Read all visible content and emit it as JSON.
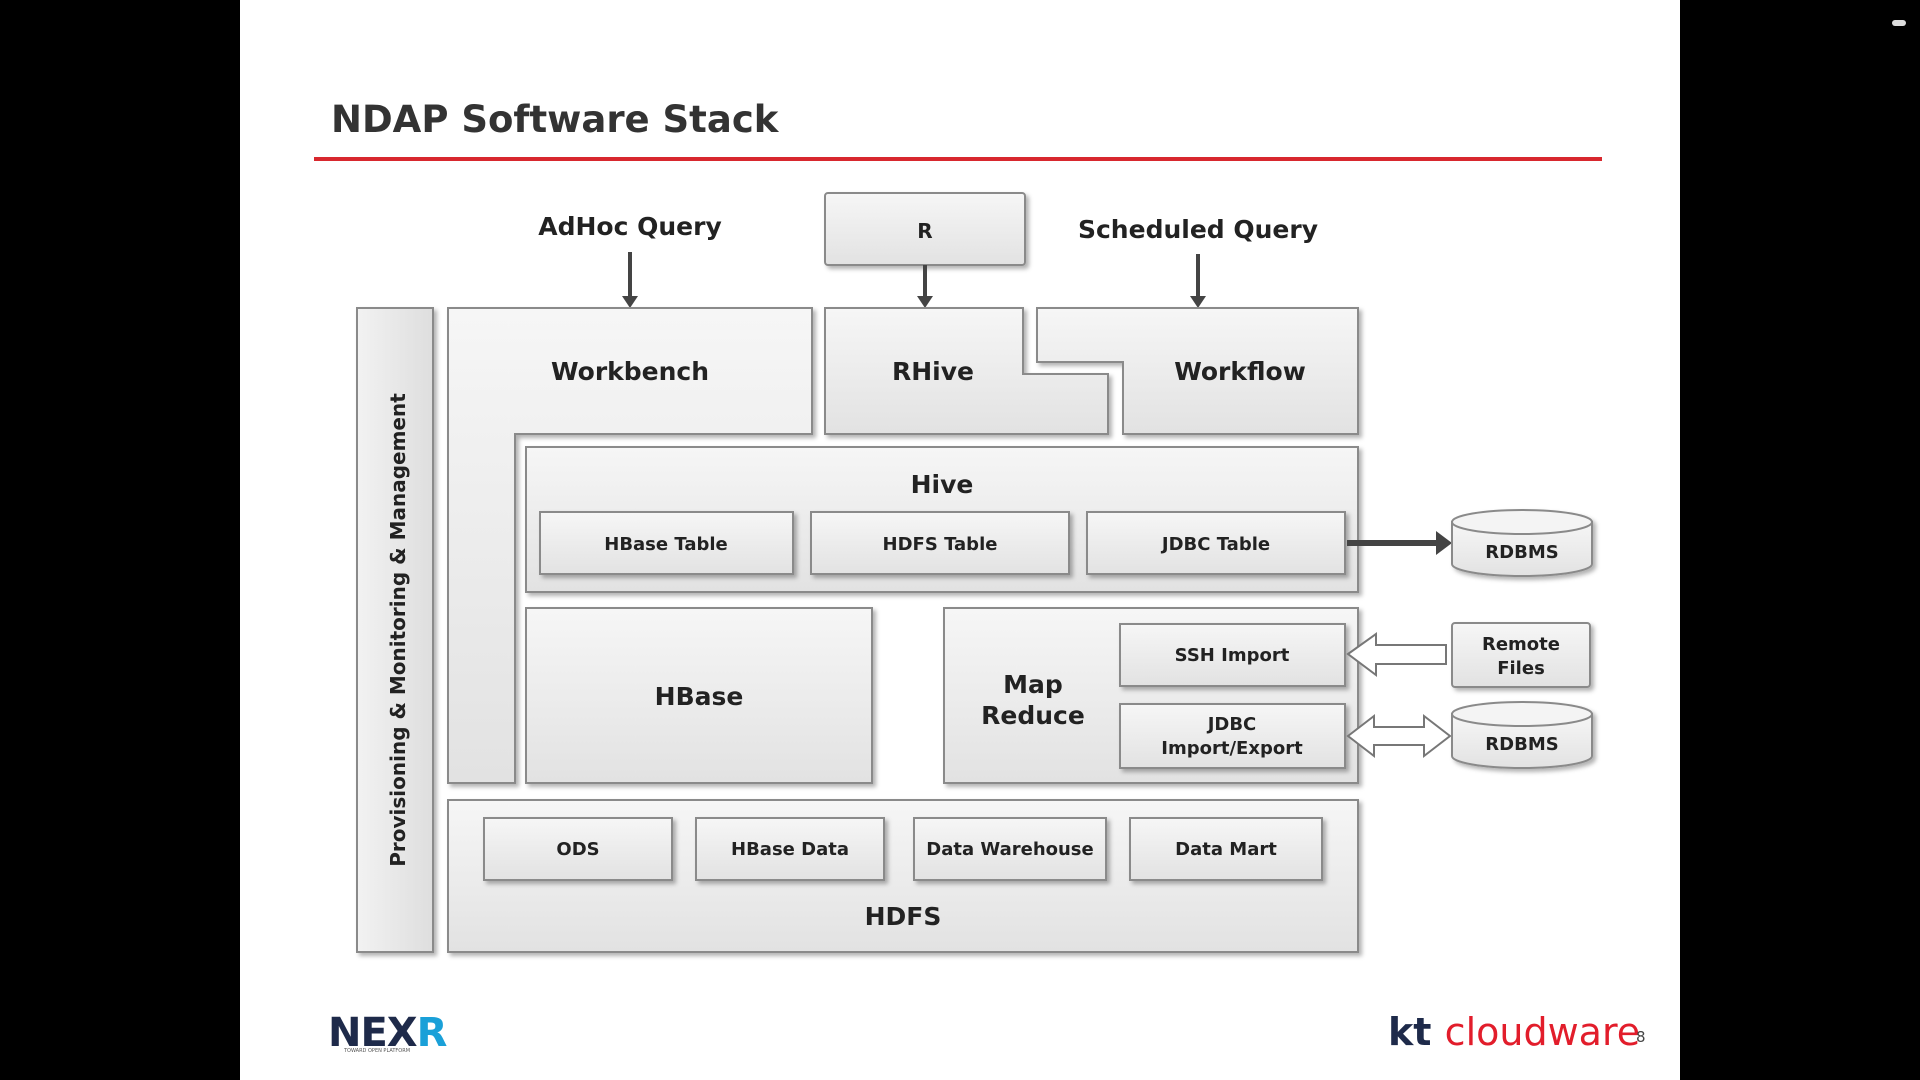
{
  "slide": {
    "title": "NDAP Software Stack",
    "page_number": "8",
    "logo_left": {
      "main": "NEX",
      "accent": "R",
      "tagline": "TOWARD OPEN PLATFORM"
    },
    "logo_right": {
      "main": "kt",
      "accent": "cloudware"
    }
  },
  "diagram": {
    "inputs": {
      "adhoc": "AdHoc Query",
      "r": "R",
      "scheduled": "Scheduled Query"
    },
    "side_panel": "Provisioning & Monitoring & Management",
    "workbench": "Workbench",
    "rhive": "RHive",
    "workflow": "Workflow",
    "hive": {
      "label": "Hive",
      "tables": [
        "HBase Table",
        "HDFS Table",
        "JDBC Table"
      ]
    },
    "hbase": "HBase",
    "mapreduce": {
      "label_line1": "Map",
      "label_line2": "Reduce",
      "ssh_import": "SSH Import",
      "jdbc_line1": "JDBC",
      "jdbc_line2": "Import/Export"
    },
    "hdfs": {
      "label": "HDFS",
      "items": [
        "ODS",
        "HBase Data",
        "Data Warehouse",
        "Data Mart"
      ]
    },
    "external": {
      "rdbms_top": "RDBMS",
      "remote_line1": "Remote",
      "remote_line2": "Files",
      "rdbms_bottom": "RDBMS"
    }
  },
  "colors": {
    "accent_red": "#d8282e",
    "box_fill": "#ececec",
    "box_stroke": "#8a8a8a"
  }
}
